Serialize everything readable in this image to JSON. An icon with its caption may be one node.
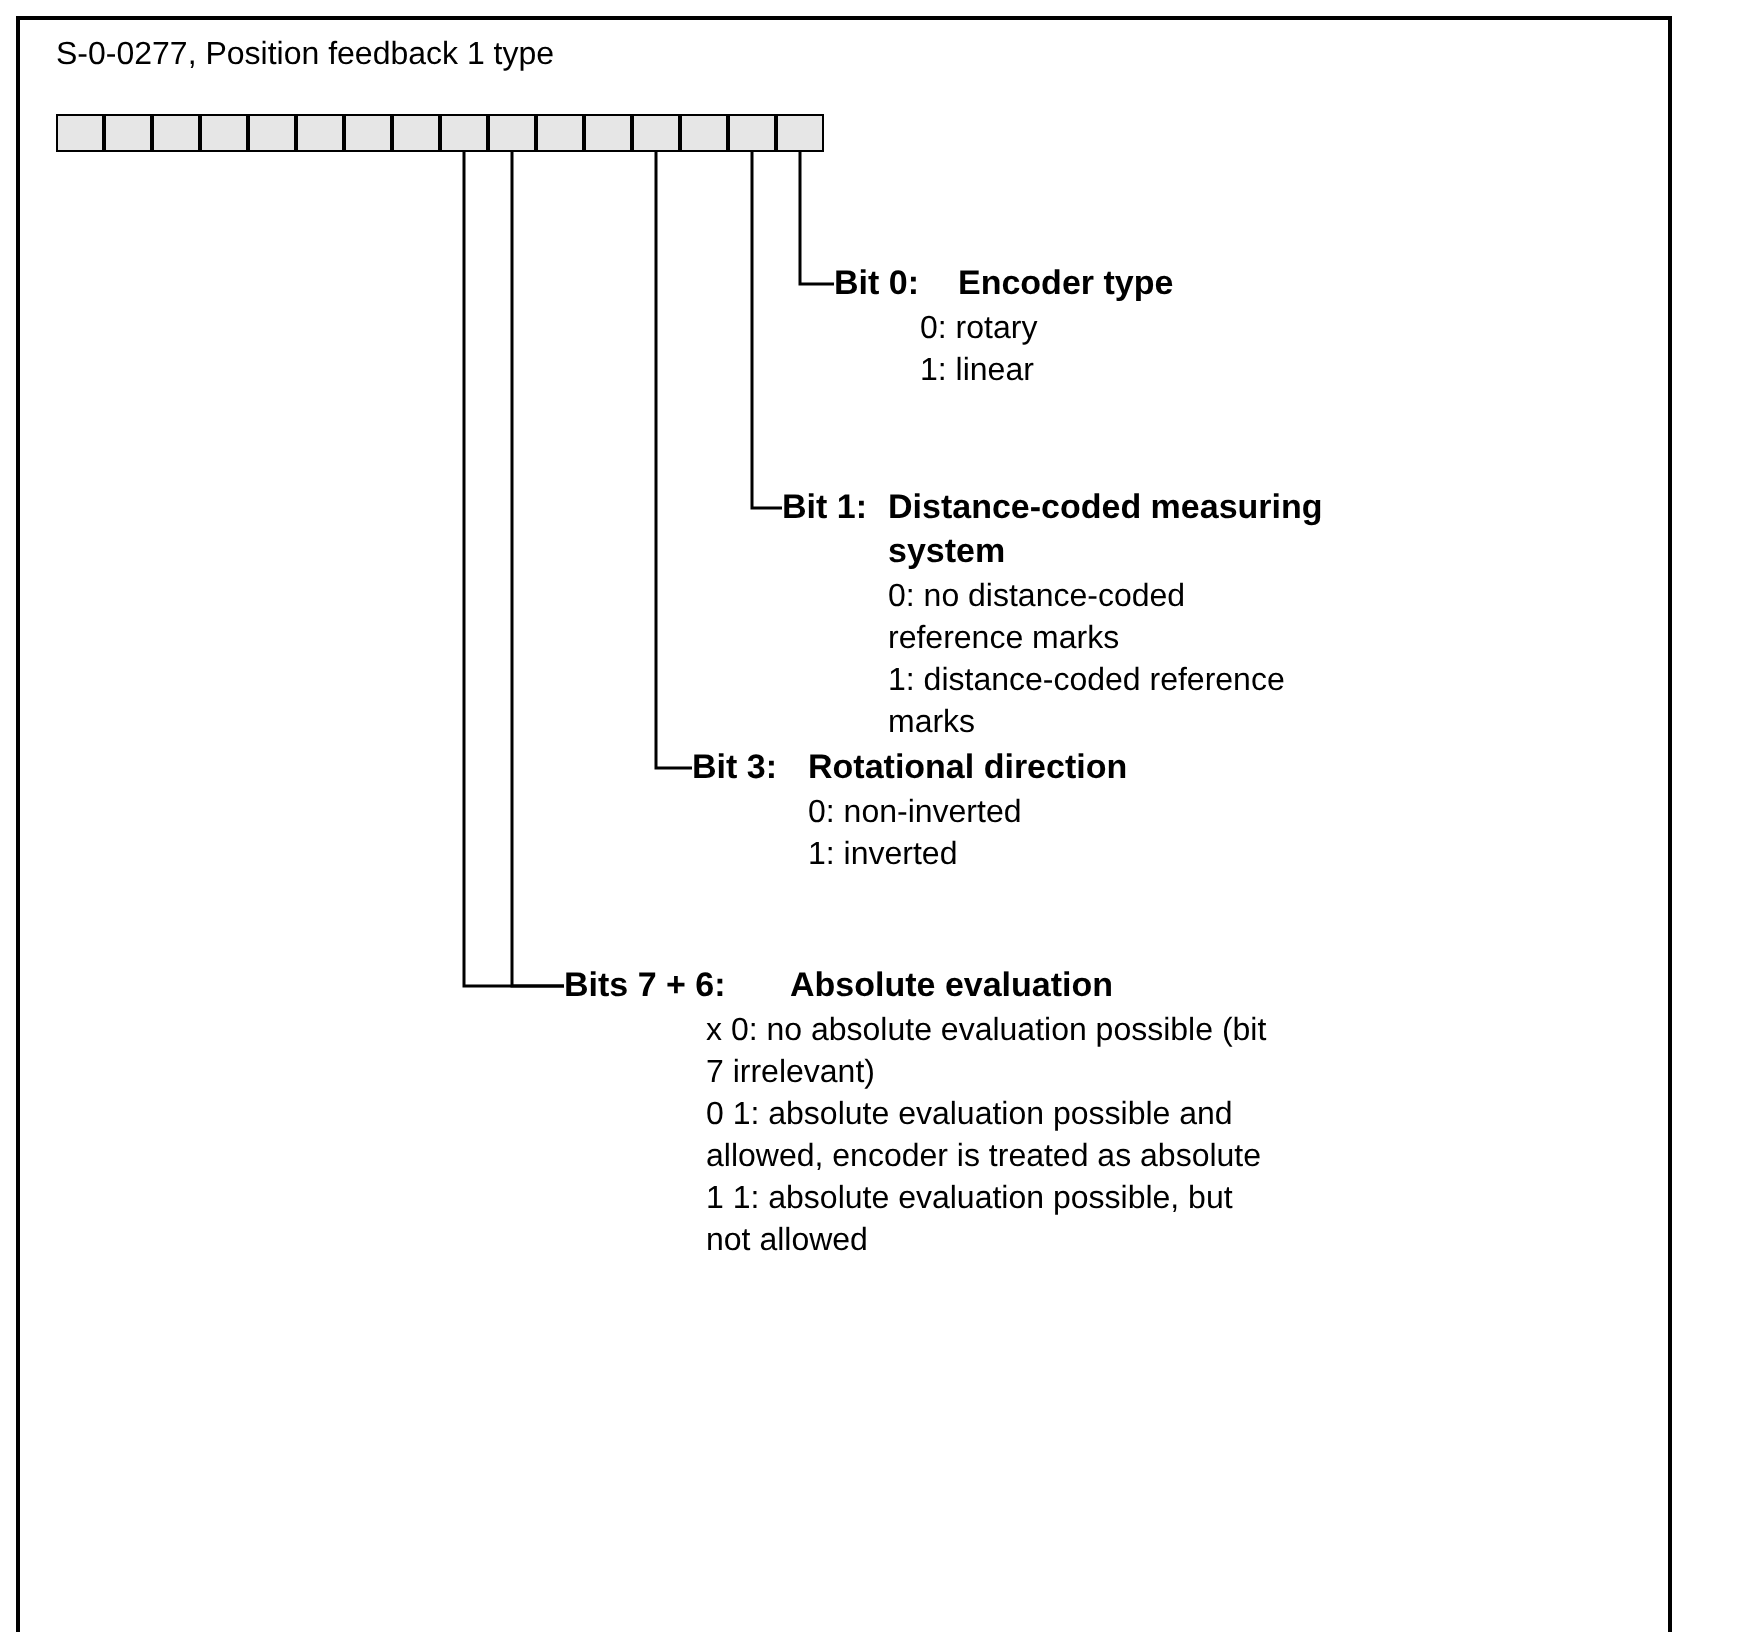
{
  "diagram": {
    "title": "S-0-0277, Position feedback 1 type",
    "nodes": [
      {
        "text": [],
        "shape": "box"
      },
      {
        "text": [],
        "shape": "box"
      },
      {
        "text": [],
        "shape": "box"
      },
      {
        "text": [],
        "shape": "box"
      },
      {
        "text": [],
        "shape": "box"
      },
      {
        "text": [],
        "shape": "box"
      },
      {
        "text": [],
        "shape": "box"
      },
      {
        "text": [],
        "shape": "box"
      },
      {
        "text": [],
        "shape": "box"
      },
      {
        "text": [],
        "shape": "box"
      },
      {
        "text": [],
        "shape": "box"
      },
      {
        "text": [],
        "shape": "box"
      },
      {
        "text": [],
        "shape": "box"
      },
      {
        "text": [],
        "shape": "box"
      },
      {
        "text": [],
        "shape": "box"
      },
      {
        "text": [],
        "shape": "box"
      },
      {
        "text": [
          "Bit 0:",
          "Encoder type",
          "0: rotary",
          "1: linear"
        ]
      },
      {
        "text": [
          "Bit 1:",
          "Distance-coded measuring system",
          "0: no distance-coded reference marks",
          "1: distance-coded reference marks"
        ]
      },
      {
        "text": [
          "Bit 3:",
          "Rotational direction",
          "0: non-inverted",
          "1: inverted"
        ]
      },
      {
        "text": [
          "Bits 7 + 6:",
          "Absolute evaluation",
          "x 0: no absolute evaluation possible (bit 7 irrelevant)",
          "0 1: absolute evaluation possible and allowed, encoder is treated as absolute",
          "1 1: absolute evaluation possible, but not allowed"
        ]
      }
    ],
    "edges": [
      {
        "from": 16,
        "to": 15,
        "arrow": "none"
      },
      {
        "from": 17,
        "to": 14,
        "arrow": "none"
      },
      {
        "from": 18,
        "to": 12,
        "arrow": "none"
      },
      {
        "from": 19,
        "to": 9,
        "arrow": "none"
      },
      {
        "from": 19,
        "to": 8,
        "arrow": "none"
      }
    ]
  }
}
